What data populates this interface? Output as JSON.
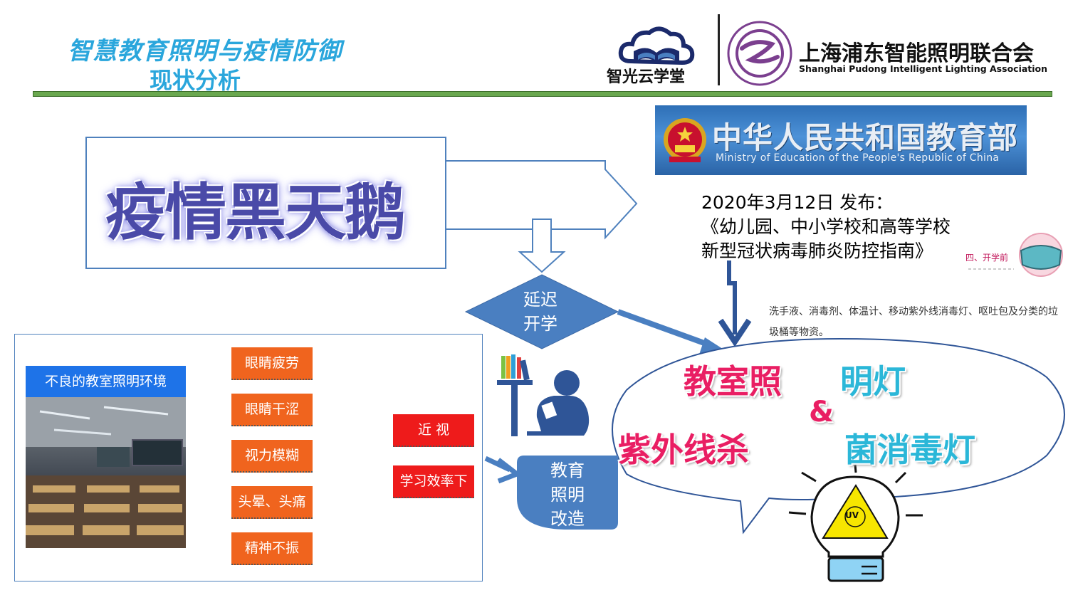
{
  "header": {
    "title_line1": "智慧教育照明与疫情防御",
    "title_line2": "现状分析",
    "logo_zhiguang": "智光云学堂",
    "assoc_zh": "上海浦东智能照明联合会",
    "assoc_en": "Shanghai Pudong Intelligent Lighting Association"
  },
  "moe": {
    "name_zh": "中华人民共和国教育部",
    "name_en": "Ministry of Education of the People's Republic of China"
  },
  "epidemic": {
    "label": "疫情黑天鹅"
  },
  "publication": {
    "line1": "2020年3月12日 发布：",
    "line2": "《幼儿园、中小学校和高等学校",
    "line3": "新型冠状病毒肺炎防控指南》"
  },
  "mask_label": "四、开学前",
  "supplies": "洗手液、消毒剂、体温计、移动紫外线消毒灯、呕吐包及分类的垃圾桶等物资。",
  "delay": {
    "line1": "延迟",
    "line2": "开学"
  },
  "bad_environment": {
    "title": "不良的教室照明环境",
    "symptoms": [
      "眼睛疲劳",
      "眼睛干涩",
      "视力模糊",
      "头晕、头痛",
      "精神不振"
    ],
    "outcomes": [
      "近 视",
      "学习效率下"
    ]
  },
  "edu_retrofit": {
    "line1": "教育",
    "line2": "照明",
    "line3": "改造"
  },
  "solution": {
    "line1_a": "教室照",
    "line1_b": "明灯",
    "amp": "&",
    "line2_a": "紫外线杀",
    "line2_b": "菌消毒灯",
    "uv_label": "UV"
  },
  "colors": {
    "title_blue": "#2aa6dc",
    "rule_green": "#6aa84f",
    "symptom_orange": "#f0641e",
    "outcome_red": "#ee1b1b",
    "shape_blue": "#4a7fc1",
    "bulb_yellow": "#f7e600"
  }
}
